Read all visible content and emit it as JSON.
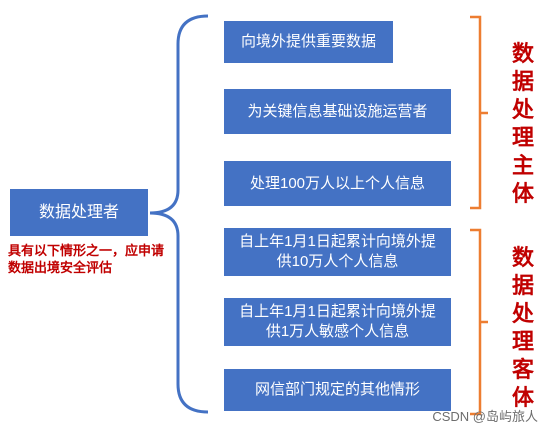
{
  "root": "数据处理者",
  "note": "具有以下情形之一，应申请数据出境安全评估",
  "subject_title": "数据处理主体",
  "subject_items": [
    "向境外提供重要数据",
    "为关键信息基础设施运营者",
    "处理100万人以上个人信息"
  ],
  "object_title": "数据处理客体",
  "object_items": [
    "自上年1月1日起累计向境外提供10万人个人信息",
    "自上年1月1日起累计向境外提供1万人敏感个人信息",
    "网信部门规定的其他情形"
  ],
  "watermark": "CSDN @岛屿旅人",
  "colors": {
    "box": "#4472c4",
    "left_brace": "#4472c4",
    "right_brace": "#ed7d31",
    "title": "#c00000"
  }
}
